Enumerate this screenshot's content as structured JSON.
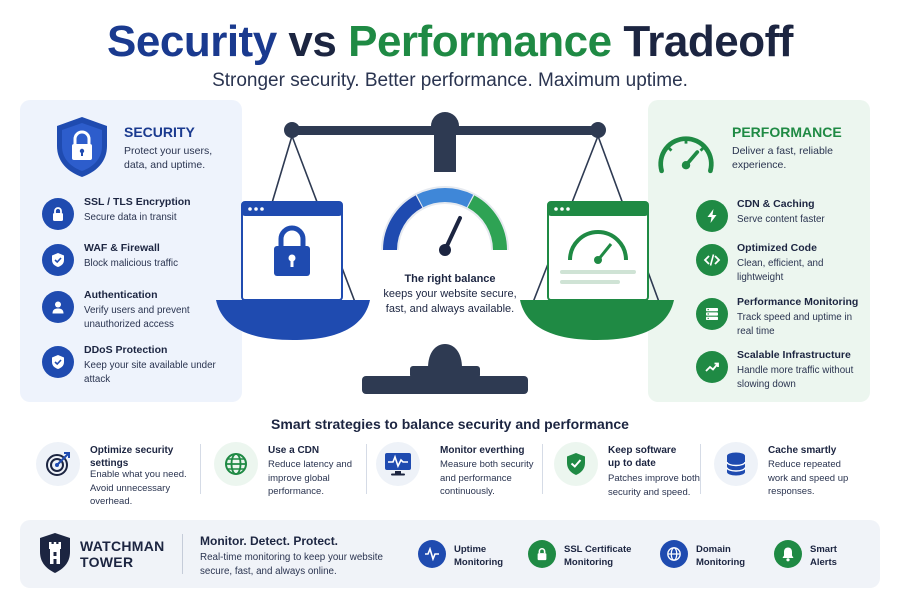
{
  "header": {
    "title_part1": "Security",
    "title_part2": "vs",
    "title_part3": "Performance",
    "title_part4": "Tradeoff",
    "subtitle": "Stronger security. Better performance. Maximum uptime."
  },
  "security": {
    "title": "SECURITY",
    "desc": "Protect your users, data, and uptime.",
    "icon": "shield-lock-icon",
    "items": [
      {
        "title": "SSL / TLS Encryption",
        "desc": "Secure data in transit",
        "icon": "lock-icon"
      },
      {
        "title": "WAF & Firewall",
        "desc": "Block malicious traffic",
        "icon": "shield-check-icon"
      },
      {
        "title": "Authentication",
        "desc": "Verify users and prevent unauthorized access",
        "icon": "user-icon"
      },
      {
        "title": "DDoS Protection",
        "desc": "Keep your site available under attack",
        "icon": "shield-check-icon"
      }
    ]
  },
  "performance": {
    "title": "PERFORMANCE",
    "desc": "Deliver a fast, reliable experience.",
    "icon": "speedometer-icon",
    "items": [
      {
        "title": "CDN & Caching",
        "desc": "Serve content faster",
        "icon": "bolt-icon"
      },
      {
        "title": "Optimized Code",
        "desc": "Clean, efficient, and lightweight",
        "icon": "code-icon"
      },
      {
        "title": "Performance Monitoring",
        "desc": "Track speed and uptime in real time",
        "icon": "server-icon"
      },
      {
        "title": "Scalable Infrastructure",
        "desc": "Handle more traffic without slowing down",
        "icon": "trend-up-icon"
      }
    ]
  },
  "balance": {
    "title": "The right balance",
    "desc": "keeps your website secure, fast, and always available."
  },
  "strategies": {
    "title": "Smart strategies to balance security and performance",
    "items": [
      {
        "title": "Optimize security settings",
        "desc": "Enable what you need. Avoid unnecessary overhead.",
        "icon": "target-icon"
      },
      {
        "title": "Use a CDN",
        "desc": "Reduce latency and improve global performance.",
        "icon": "globe-icon"
      },
      {
        "title": "Monitor everthing",
        "desc": "Measure both security and performance continuously.",
        "icon": "monitor-icon"
      },
      {
        "title": "Keep software up to date",
        "desc": "Patches improve both security and speed.",
        "icon": "shield-check-icon"
      },
      {
        "title": "Cache smartly",
        "desc": "Reduce repeated work and speed up responses.",
        "icon": "database-icon"
      }
    ]
  },
  "footer": {
    "brand_line1": "WATCHMAN",
    "brand_line2": "TOWER",
    "tagline": "Monitor. Detect. Protect.",
    "tagdesc": "Real-time monitoring to keep your website secure, fast, and always online.",
    "items": [
      {
        "title": "Uptime Monitoring",
        "icon": "pulse-icon"
      },
      {
        "title": "SSL Certificate Monitoring",
        "icon": "lock-icon"
      },
      {
        "title": "Domain Monitoring",
        "icon": "globe-icon"
      },
      {
        "title": "Smart Alerts",
        "icon": "bell-icon"
      }
    ]
  },
  "colors": {
    "security_blue": "#1f4bb0",
    "performance_green": "#1f8a44",
    "navy": "#1c2541"
  }
}
